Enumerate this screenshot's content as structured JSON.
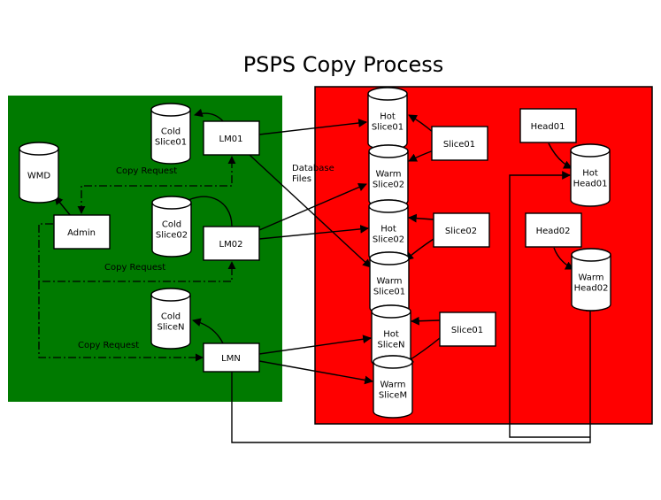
{
  "title": "PSPS Copy Process",
  "colors": {
    "green_zone": "#007a00",
    "red_zone": "#ff0000",
    "line": "#000000",
    "box_fill": "#ffffff"
  },
  "databases": {
    "wmd": [
      "WMD"
    ],
    "cold_slice01": [
      "Cold",
      "Slice01"
    ],
    "cold_slice02": [
      "Cold",
      "Slice02"
    ],
    "cold_slicen": [
      "Cold",
      "SliceN"
    ],
    "hot_slice01": [
      "Hot",
      "Slice01"
    ],
    "warm_slice02": [
      "Warm",
      "Slice02"
    ],
    "hot_slice02": [
      "Hot",
      "Slice02"
    ],
    "warm_slice01": [
      "Warm",
      "Slice01"
    ],
    "hot_slicen": [
      "Hot",
      "SliceN"
    ],
    "warm_slicem": [
      "Warm",
      "SliceM"
    ],
    "hot_head01": [
      "Hot",
      "Head01"
    ],
    "warm_head02": [
      "Warm",
      "Head02"
    ]
  },
  "boxes": {
    "admin": "Admin",
    "lm01": "LM01",
    "lm02": "LM02",
    "lmn": "LMN",
    "slice01_top": "Slice01",
    "slice02": "Slice02",
    "slice01_bottom": "Slice01",
    "head01": "Head01",
    "head02": "Head02"
  },
  "labels": {
    "copy_request_1": "Copy Request",
    "copy_request_2": "Copy Request",
    "copy_request_3": "Copy Request",
    "database_files": [
      "Database",
      "Files"
    ]
  }
}
